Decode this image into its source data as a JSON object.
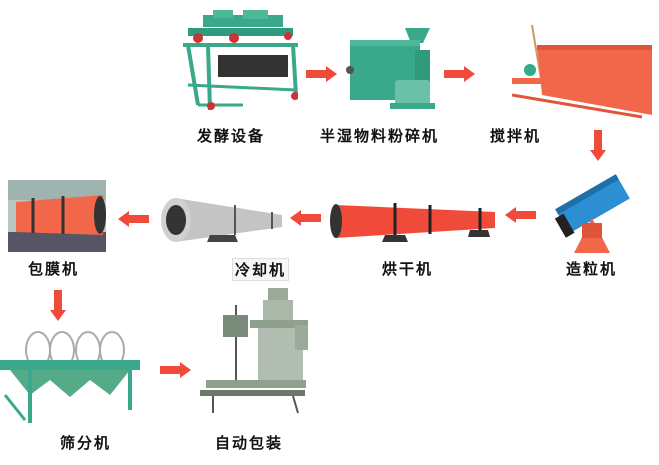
{
  "diagram": {
    "type": "process-flow",
    "arrow_color": "#f04a3a",
    "steps": [
      {
        "id": "fermentation",
        "label": "发酵设备",
        "machine_color": "#3aa88a"
      },
      {
        "id": "semi-wet-crusher",
        "label": "半湿物料粉碎机",
        "machine_color": "#3aa88a"
      },
      {
        "id": "mixer",
        "label": "搅拌机",
        "machine_color": "#f2674a"
      },
      {
        "id": "granulator",
        "label": "造粒机",
        "machine_color": "#2c8fd4"
      },
      {
        "id": "dryer",
        "label": "烘干机",
        "machine_color": "#f04a3a"
      },
      {
        "id": "cooler",
        "label": "冷却机",
        "machine_color": "#b8b8b8"
      },
      {
        "id": "coating",
        "label": "包膜机",
        "machine_color": "#f2674a"
      },
      {
        "id": "screener",
        "label": "筛分机",
        "machine_color": "#3aa88a"
      },
      {
        "id": "auto-packing",
        "label": "自动包装",
        "machine_color": "#9aab9a"
      }
    ],
    "edges": [
      [
        "fermentation",
        "semi-wet-crusher"
      ],
      [
        "semi-wet-crusher",
        "mixer"
      ],
      [
        "mixer",
        "granulator"
      ],
      [
        "granulator",
        "dryer"
      ],
      [
        "dryer",
        "cooler"
      ],
      [
        "cooler",
        "coating"
      ],
      [
        "coating",
        "screener"
      ],
      [
        "screener",
        "auto-packing"
      ]
    ]
  }
}
